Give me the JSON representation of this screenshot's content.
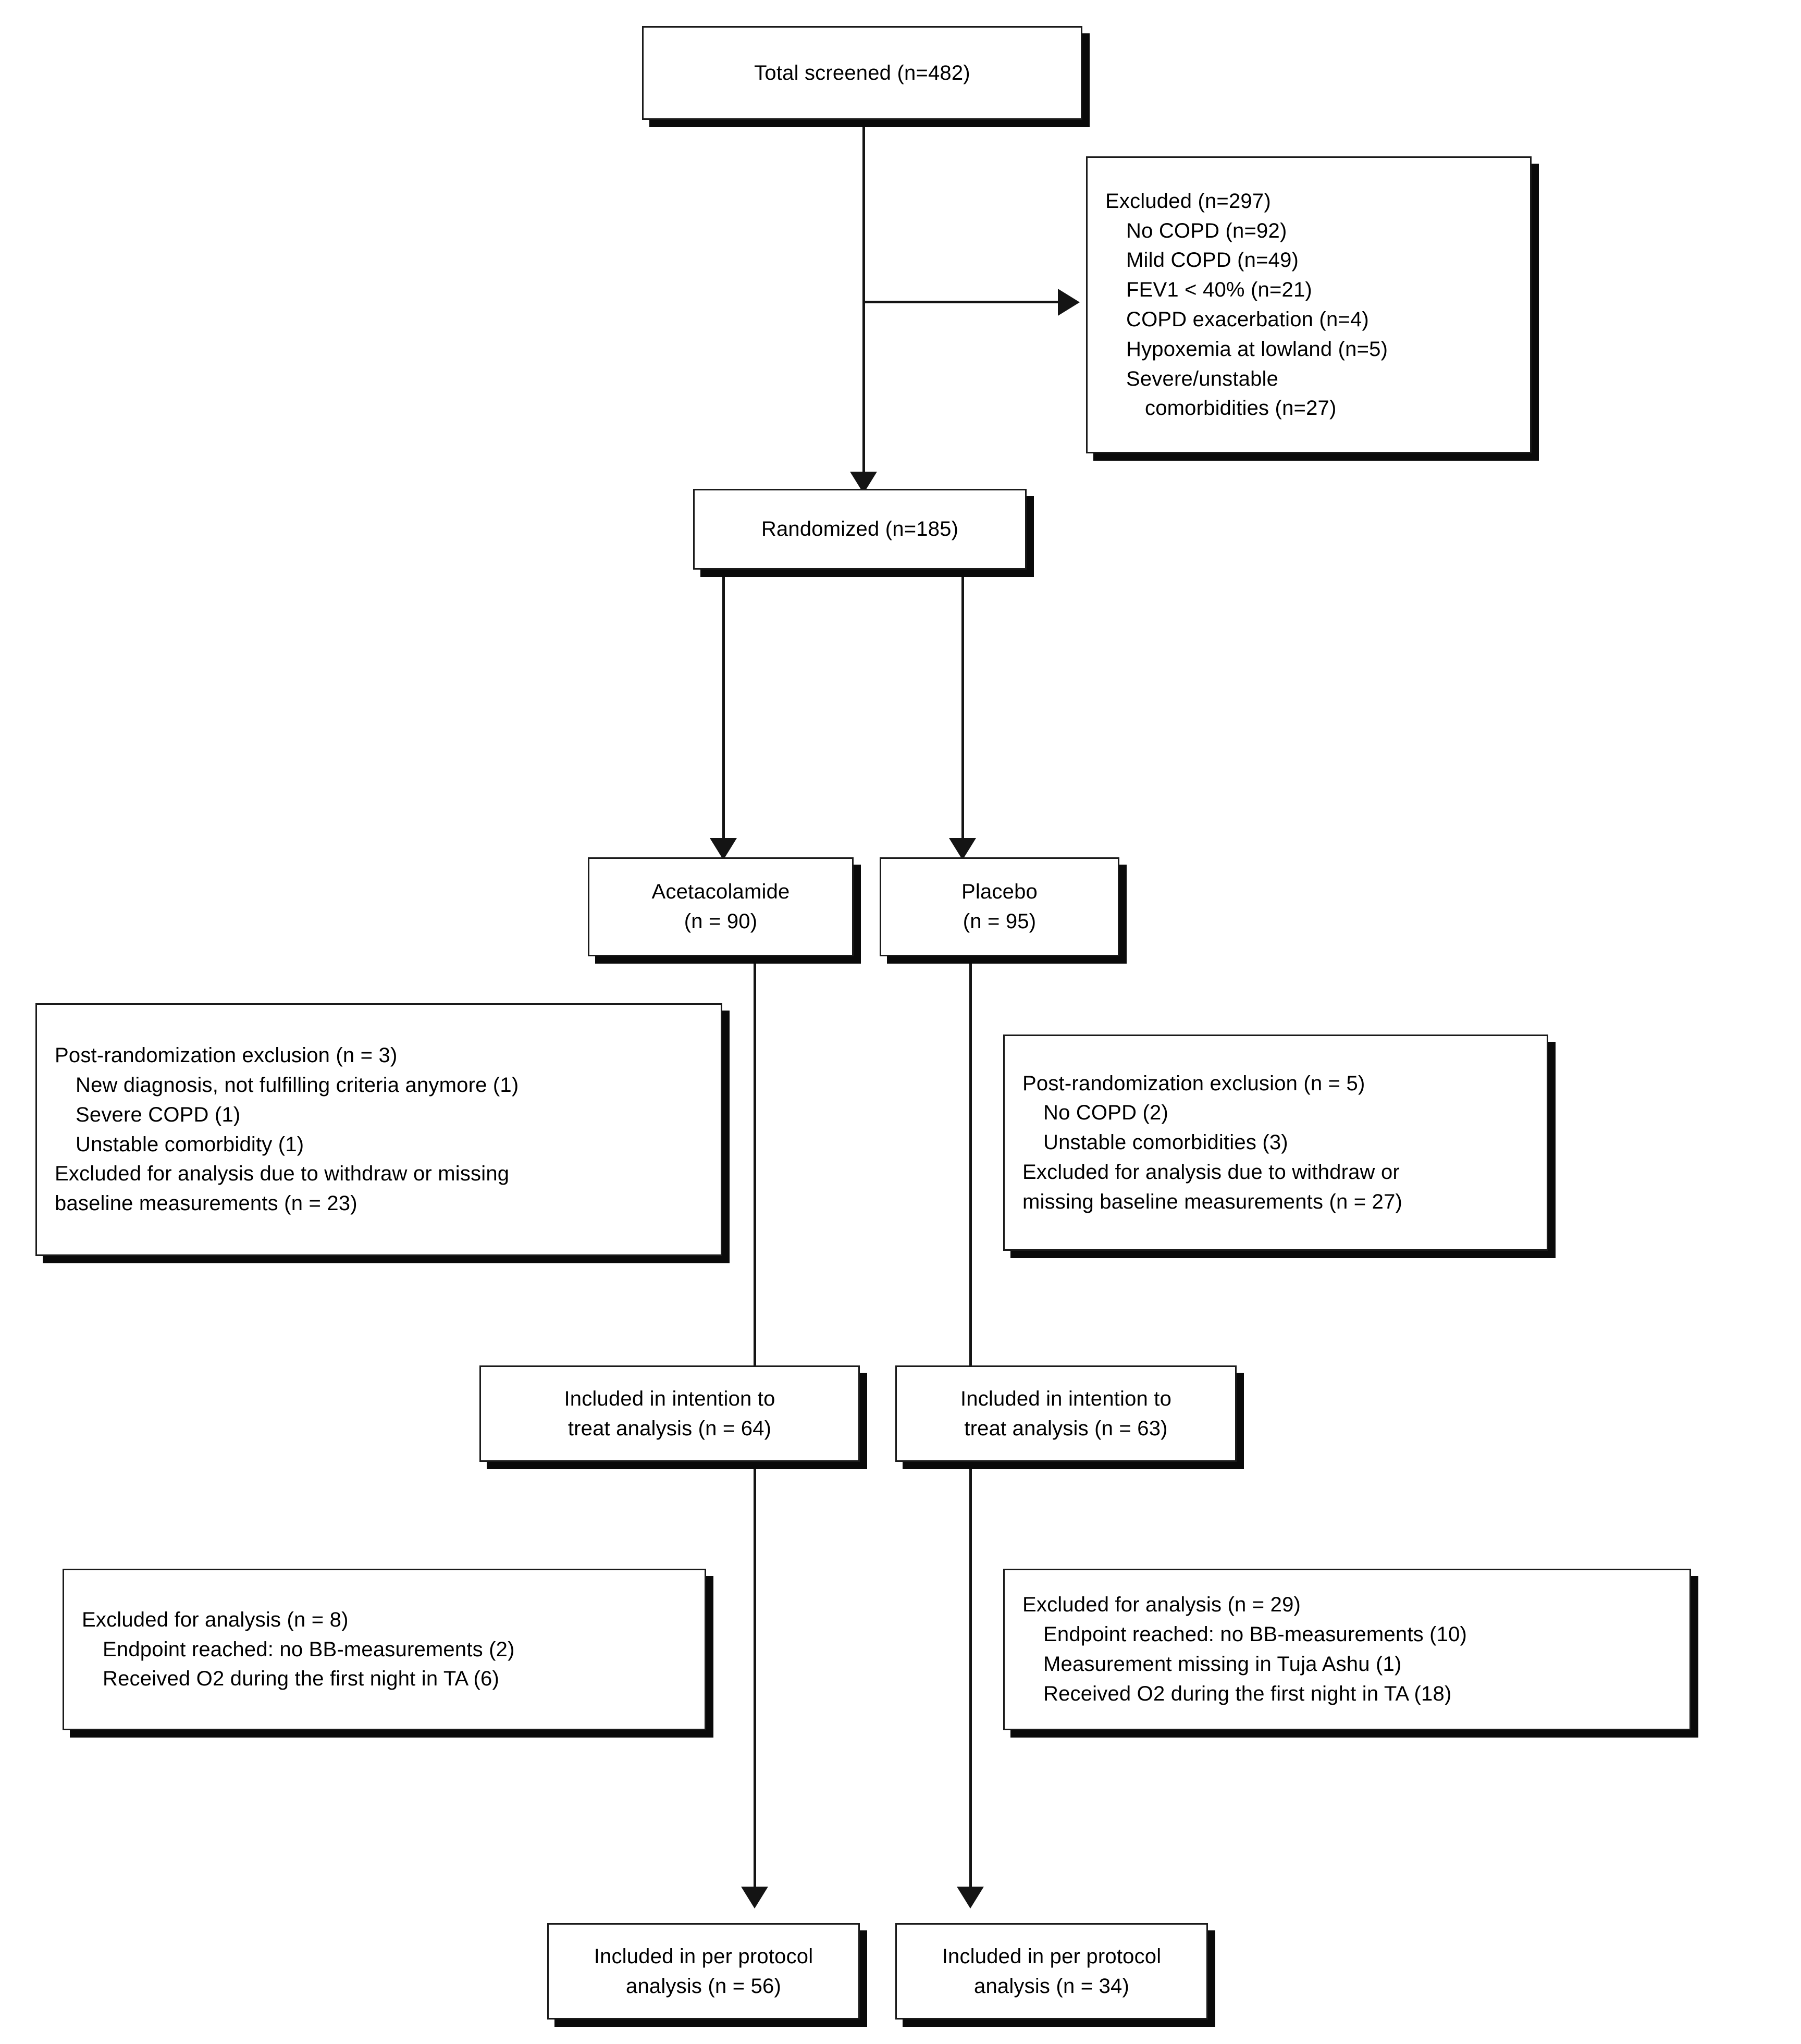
{
  "diagram": {
    "type": "consort-flow-diagram",
    "nodes": {
      "screened": {
        "lines": [
          "Total screened (n=482)"
        ]
      },
      "excluded": {
        "lines": [
          "Excluded (n=297)",
          "No COPD (n=92)",
          "Mild COPD (n=49)",
          "FEV1 < 40% (n=21)",
          "COPD exacerbation (n=4)",
          "Hypoxemia at lowland (n=5)",
          "Severe/unstable",
          "comorbidities (n=27)"
        ]
      },
      "randomized": {
        "lines": [
          "Randomized (n=185)"
        ]
      },
      "arm_acetazolamide": {
        "lines": [
          "Acetacolamide",
          "(n = 90)"
        ]
      },
      "arm_placebo": {
        "lines": [
          "Placebo",
          "(n = 95)"
        ]
      },
      "post_rand_excl_left": {
        "lines": [
          "Post-randomization exclusion (n = 3)",
          "New diagnosis, not fulfilling criteria anymore (1)",
          "Severe COPD (1)",
          "Unstable comorbidity (1)",
          "Excluded for analysis due to withdraw or missing",
          "baseline measurements (n = 23)"
        ]
      },
      "post_rand_excl_right": {
        "lines": [
          "Post-randomization exclusion (n = 5)",
          "No COPD (2)",
          "Unstable comorbidities (3)",
          "Excluded for analysis due to withdraw or",
          "missing baseline measurements (n = 27)"
        ]
      },
      "itt_left": {
        "lines": [
          "Included in intention to",
          "treat analysis (n = 64)"
        ]
      },
      "itt_right": {
        "lines": [
          "Included in intention to",
          "treat analysis (n = 63)"
        ]
      },
      "analysis_excl_left": {
        "lines": [
          "Excluded for analysis (n = 8)",
          "Endpoint reached: no BB-measurements (2)",
          "Received O2 during the first night in TA (6)"
        ]
      },
      "analysis_excl_right": {
        "lines": [
          "Excluded for analysis (n = 29)",
          "Endpoint reached: no BB-measurements (10)",
          "Measurement missing in Tuja Ashu (1)",
          "Received O2 during the first night in TA (18)"
        ]
      },
      "pp_left": {
        "lines": [
          "Included in per protocol",
          "analysis (n = 56)"
        ]
      },
      "pp_right": {
        "lines": [
          "Included in per protocol",
          "analysis (n = 34)"
        ]
      }
    },
    "colors": {
      "box_border": "#1a1a1a",
      "box_shadow": "#0a0a0a",
      "connector": "#141414",
      "background": "#ffffff",
      "text": "#000000"
    }
  }
}
